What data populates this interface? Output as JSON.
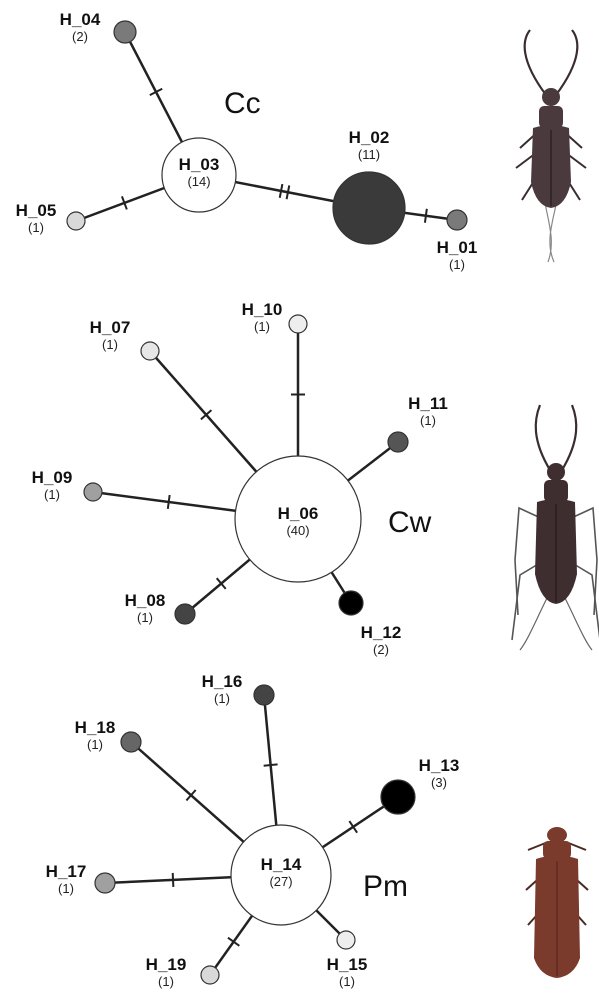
{
  "networks": [
    {
      "species_label": "Cc",
      "beetle_color": "#4a3a3e",
      "haplotypes": [
        {
          "id": "H_03",
          "count": "(14)",
          "fill": "#ffffff"
        },
        {
          "id": "H_04",
          "count": "(2)",
          "fill": "#7a7a7a"
        },
        {
          "id": "H_05",
          "count": "(1)",
          "fill": "#d9d9d9"
        },
        {
          "id": "H_02",
          "count": "(11)",
          "fill": "#3a3a3a"
        },
        {
          "id": "H_01",
          "count": "(1)",
          "fill": "#7a7a7a"
        }
      ],
      "links": [
        {
          "from": "H_03",
          "to": "H_04",
          "mutations": 1
        },
        {
          "from": "H_03",
          "to": "H_05",
          "mutations": 1
        },
        {
          "from": "H_03",
          "to": "H_02",
          "mutations": 2
        },
        {
          "from": "H_02",
          "to": "H_01",
          "mutations": 1
        }
      ]
    },
    {
      "species_label": "Cw",
      "beetle_color": "#3e2e30",
      "haplotypes": [
        {
          "id": "H_06",
          "count": "(40)",
          "fill": "#ffffff"
        },
        {
          "id": "H_07",
          "count": "(1)",
          "fill": "#e6e6e6"
        },
        {
          "id": "H_10",
          "count": "(1)",
          "fill": "#eeeeee"
        },
        {
          "id": "H_11",
          "count": "(1)",
          "fill": "#555555"
        },
        {
          "id": "H_09",
          "count": "(1)",
          "fill": "#a0a0a0"
        },
        {
          "id": "H_08",
          "count": "(1)",
          "fill": "#444444"
        },
        {
          "id": "H_12",
          "count": "(2)",
          "fill": "#000000"
        }
      ],
      "links": [
        {
          "from": "H_06",
          "to": "H_07",
          "mutations": 1
        },
        {
          "from": "H_06",
          "to": "H_10",
          "mutations": 1
        },
        {
          "from": "H_06",
          "to": "H_11",
          "mutations": 0
        },
        {
          "from": "H_06",
          "to": "H_09",
          "mutations": 1
        },
        {
          "from": "H_06",
          "to": "H_08",
          "mutations": 1
        },
        {
          "from": "H_06",
          "to": "H_12",
          "mutations": 0
        }
      ]
    },
    {
      "species_label": "Pm",
      "beetle_color": "#7a3a2c",
      "haplotypes": [
        {
          "id": "H_14",
          "count": "(27)",
          "fill": "#ffffff"
        },
        {
          "id": "H_16",
          "count": "(1)",
          "fill": "#444444"
        },
        {
          "id": "H_18",
          "count": "(1)",
          "fill": "#666666"
        },
        {
          "id": "H_13",
          "count": "(3)",
          "fill": "#000000"
        },
        {
          "id": "H_17",
          "count": "(1)",
          "fill": "#a0a0a0"
        },
        {
          "id": "H_19",
          "count": "(1)",
          "fill": "#d9d9d9"
        },
        {
          "id": "H_15",
          "count": "(1)",
          "fill": "#eeeeee"
        }
      ],
      "links": [
        {
          "from": "H_14",
          "to": "H_16",
          "mutations": 1
        },
        {
          "from": "H_14",
          "to": "H_18",
          "mutations": 1
        },
        {
          "from": "H_14",
          "to": "H_13",
          "mutations": 1
        },
        {
          "from": "H_14",
          "to": "H_17",
          "mutations": 1
        },
        {
          "from": "H_14",
          "to": "H_19",
          "mutations": 1
        },
        {
          "from": "H_14",
          "to": "H_15",
          "mutations": 0
        }
      ]
    }
  ]
}
